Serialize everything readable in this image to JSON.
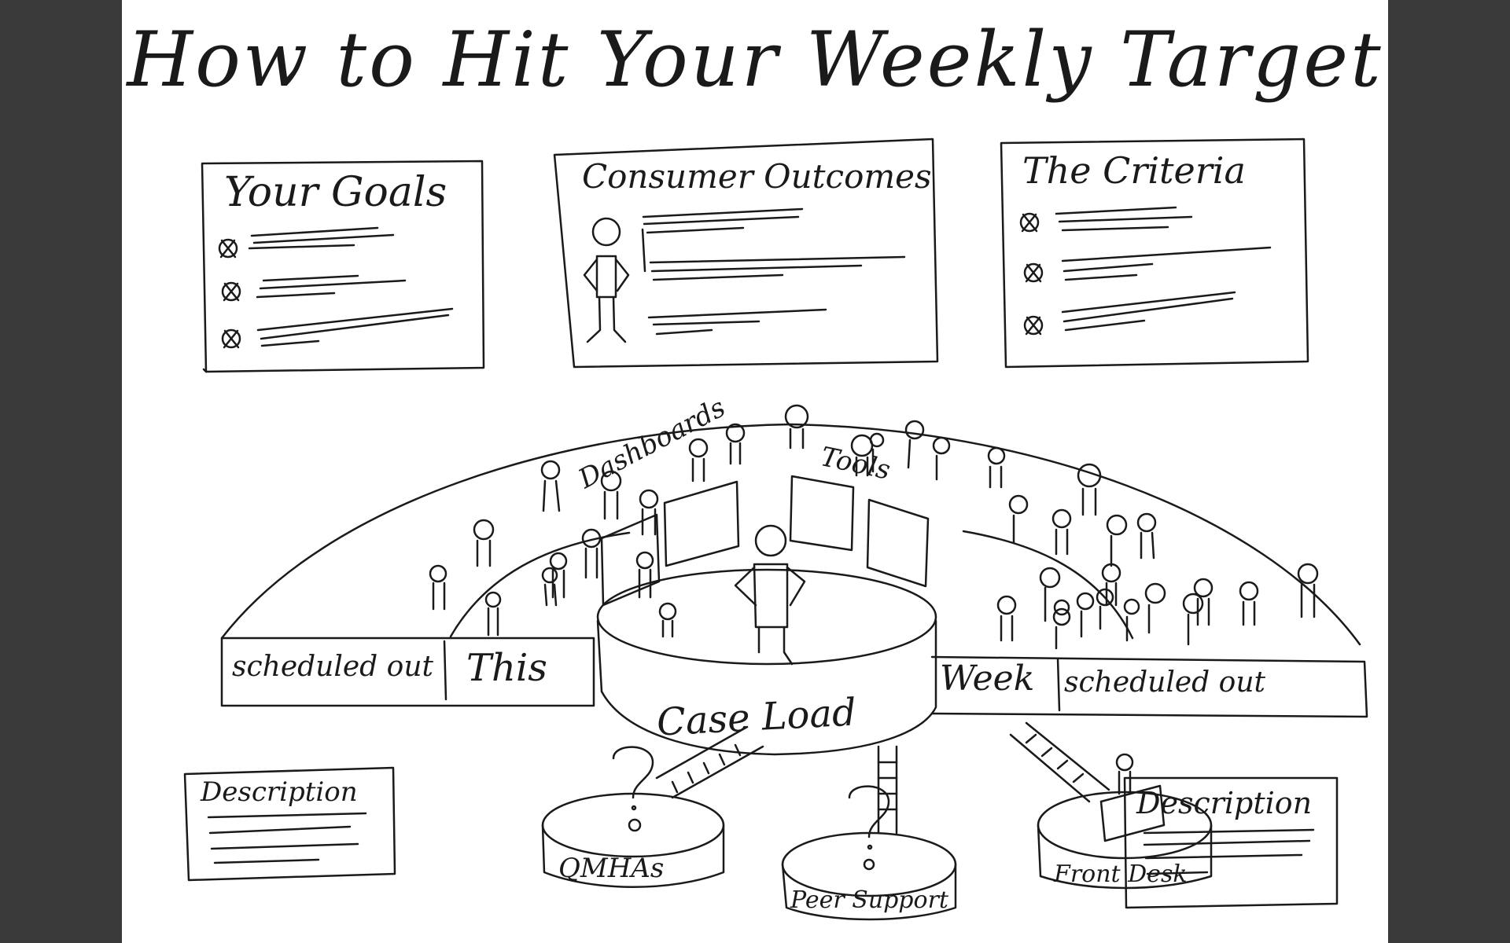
{
  "title": "How to Hit Your Weekly Target",
  "panels": {
    "goals": {
      "title": "Your Goals"
    },
    "outcomes": {
      "title": "Consumer Outcomes"
    },
    "criteria": {
      "title": "The Criteria"
    }
  },
  "arena": {
    "dashboards_label": "Dashboards",
    "tools_label": "Tools",
    "center_label": "Case Load",
    "band_left_outer": "scheduled out",
    "band_left_inner": "This",
    "band_right_inner": "Week",
    "band_right_outer": "scheduled out"
  },
  "stations": {
    "qmhas": "QMHAs",
    "peer_support": "Peer Support",
    "front_desk": "Front Desk"
  },
  "descriptions": {
    "left": "Description",
    "right": "Description"
  }
}
